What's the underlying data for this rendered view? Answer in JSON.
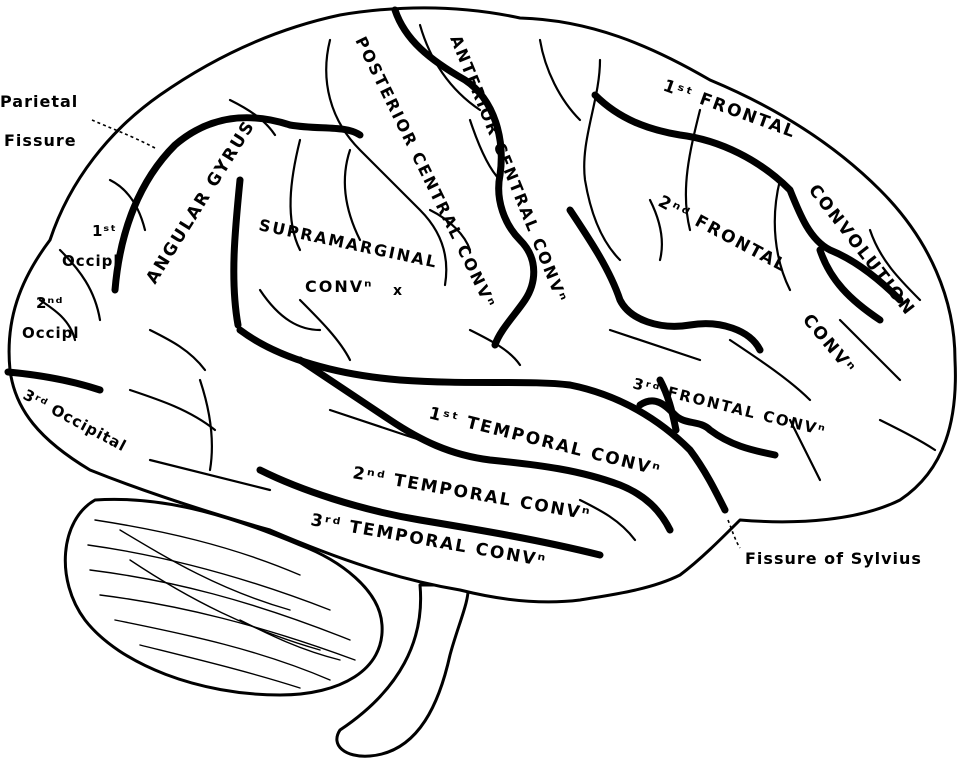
{
  "labels": {
    "parietal_fissure_line1": "Parietal",
    "parietal_fissure_line2": "Fissure",
    "angular_gyrus": "ANGULAR GYRUS",
    "supramarginal": "SUPRAMARGINAL",
    "supramarginal_conv": "CONVⁿ",
    "supramarginal_mark": "x",
    "posterior_central": "POSTERIOR CENTRAL CONVⁿ",
    "anterior_central": "ANTERIOR CENTRAL CONVⁿ",
    "first_frontal": "1ˢᵗ FRONTAL",
    "convolution": "CONVOLUTION",
    "second_frontal": "2ⁿᵈ FRONTAL",
    "second_frontal_conv": "CONVⁿ",
    "third_frontal": "3ʳᵈ FRONTAL CONVⁿ",
    "first_temporal": "1ˢᵗ TEMPORAL CONVⁿ",
    "second_temporal": "2ⁿᵈ TEMPORAL CONVⁿ",
    "third_temporal": "3ʳᵈ TEMPORAL CONVⁿ",
    "first_occipital_num": "1ˢᵗ",
    "first_occipital": "Occipl",
    "second_occipital_num": "2ⁿᵈ",
    "second_occipital": "Occipl",
    "third_occipital": "3ʳᵈ Occipital",
    "fissure_of_sylvius": "Fissure of Sylvius"
  },
  "colors": {
    "ink": "#000000",
    "paper": "#ffffff"
  }
}
